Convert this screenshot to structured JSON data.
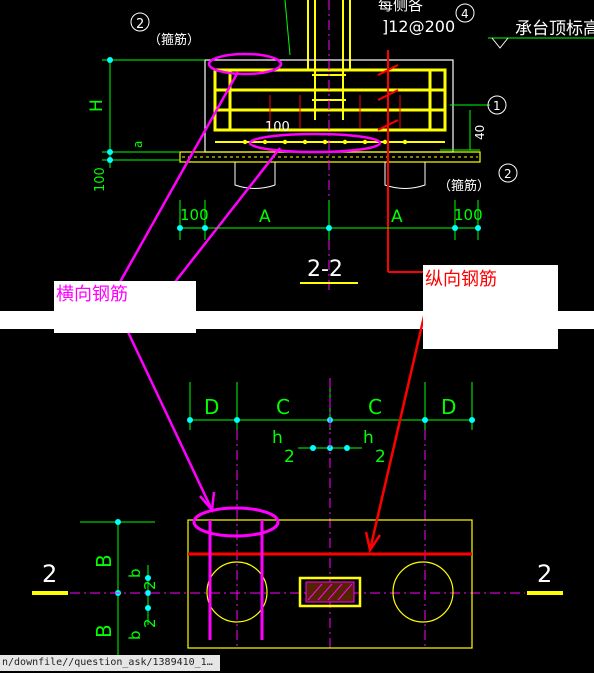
{
  "colors": {
    "background": "#000000",
    "yellow": "#ffff00",
    "green": "#00ff00",
    "cyan": "#00ffff",
    "white": "#ffffff",
    "magenta": "#ff00ff",
    "red": "#ff0000",
    "pink": "#ff66aa"
  },
  "section": {
    "title": "2-2",
    "rebar_spec": "]12@200",
    "rebar_spec_prefix": "每侧各",
    "cap_top_label": "承台顶标高",
    "stirrup_note": "（箍筋）",
    "circle_1": "1",
    "circle_2": "2",
    "circle_4": "4",
    "dim_H": "H",
    "dim_a": "a",
    "dim_100_left": "100",
    "dim_100_mid": "100",
    "dim_40": "40",
    "dim_100_b1": "100",
    "dim_A1": "A",
    "dim_A2": "A",
    "dim_100_b2": "100"
  },
  "annotations": {
    "transverse": "横向钢筋",
    "longitudinal": "纵向钢筋"
  },
  "plan": {
    "dim_D1": "D",
    "dim_C1": "C",
    "dim_C2": "C",
    "dim_D2": "D",
    "dim_h": "h",
    "dim_2": "2",
    "dim_B1": "B",
    "dim_B2": "B",
    "dim_b": "b",
    "section_mark_left": "2",
    "section_mark_right": "2"
  },
  "statusbar": {
    "url": "n/downfile//question_ask/1389410_1…"
  }
}
